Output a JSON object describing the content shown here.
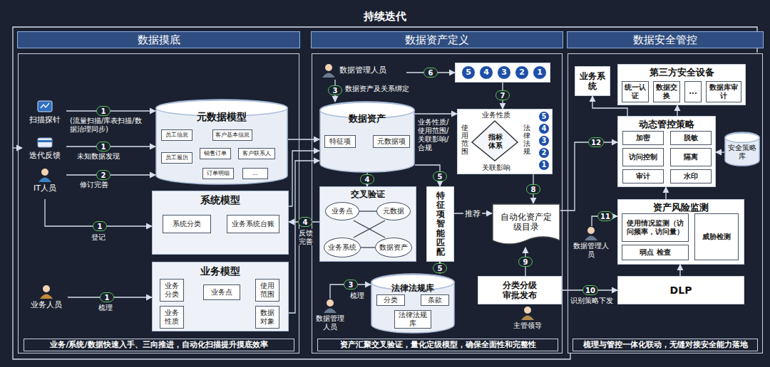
{
  "diagram": {
    "nodes": [
      {
        "text": [
          "数据摸底"
        ]
      },
      {
        "text": [
          "数据资产定义"
        ]
      },
      {
        "text": [
          "数据安全管控"
        ]
      },
      {
        "text": [
          "扫描探针"
        ],
        "in": 0
      },
      {
        "text": [
          "迭代反馈"
        ],
        "in": 0
      },
      {
        "text": [
          "IT人员"
        ],
        "in": 0
      },
      {
        "text": [
          "元数据模型"
        ],
        "in": 0
      },
      {
        "text": [
          "员工信息"
        ],
        "in": 6
      },
      {
        "text": [
          "客户基本信息"
        ],
        "in": 6
      },
      {
        "text": [
          "员工履历"
        ],
        "in": 6
      },
      {
        "text": [
          "销售订单"
        ],
        "in": 6
      },
      {
        "text": [
          "客户联系人"
        ],
        "in": 6
      },
      {
        "text": [
          "订单明细"
        ],
        "in": 6
      },
      {
        "text": [
          "..."
        ],
        "in": 6
      },
      {
        "text": [
          "系统模型"
        ],
        "in": 0
      },
      {
        "text": [
          "系统分类"
        ],
        "in": 14
      },
      {
        "text": [
          "业务系统台账"
        ],
        "in": 14
      },
      {
        "text": [
          "业务模型"
        ],
        "in": 0
      },
      {
        "text": [
          "业务分类"
        ],
        "in": 17
      },
      {
        "text": [
          "业务点"
        ],
        "in": 17
      },
      {
        "text": [
          "使用范围"
        ],
        "in": 17
      },
      {
        "text": [
          "业务性质"
        ],
        "in": 17
      },
      {
        "text": [
          "数据对象"
        ],
        "in": 17
      },
      {
        "text": [
          "业务人员"
        ],
        "in": 0
      },
      {
        "text": [
          "业务/系统/数据快速入手、三向推进，自动化扫描提升摸底效率"
        ],
        "in": 0
      },
      {
        "text": [
          "数据管理人员"
        ],
        "in": 1
      },
      {
        "text": [
          "5",
          "4",
          "3",
          "2",
          "1"
        ],
        "in": 1
      },
      {
        "text": [
          "数据资产"
        ],
        "in": 1
      },
      {
        "text": [
          "特征项"
        ],
        "in": 27
      },
      {
        "text": [
          "元数据项"
        ],
        "in": 27
      },
      {
        "text": [
          "业务性质",
          "使用范围",
          "指标体系",
          "法律法规",
          "关联影响",
          "5",
          "4",
          "3",
          "2",
          "1"
        ],
        "in": 1
      },
      {
        "text": [
          "交叉验证"
        ],
        "in": 1
      },
      {
        "text": [
          "业务点"
        ],
        "in": 31
      },
      {
        "text": [
          "元数据"
        ],
        "in": 31
      },
      {
        "text": [
          "业务系统"
        ],
        "in": 31
      },
      {
        "text": [
          "数据资产"
        ],
        "in": 31
      },
      {
        "text": [
          "特征项智能匹配"
        ],
        "in": 1
      },
      {
        "text": [
          "法律法规库"
        ],
        "in": 1
      },
      {
        "text": [
          "分类"
        ],
        "in": 37
      },
      {
        "text": [
          "条款"
        ],
        "in": 37
      },
      {
        "text": [
          "法律法规库"
        ],
        "in": 37
      },
      {
        "text": [
          "数据管理人员"
        ],
        "in": 1
      },
      {
        "text": [
          "自动化资产定级目录"
        ],
        "in": 1
      },
      {
        "text": [
          "分类分级审批发布"
        ],
        "in": 1
      },
      {
        "text": [
          "主管领导"
        ],
        "in": 1
      },
      {
        "text": [
          "资产汇聚交叉验证，量化定级模型，确保全面性和完整性"
        ],
        "in": 1
      },
      {
        "text": [
          "业务系统"
        ],
        "in": 2
      },
      {
        "text": [
          "第三方安全设备"
        ],
        "in": 2
      },
      {
        "text": [
          "统一认证"
        ],
        "in": 47
      },
      {
        "text": [
          "数据交换"
        ],
        "in": 47
      },
      {
        "text": [
          "..."
        ],
        "in": 47
      },
      {
        "text": [
          "数据库审计"
        ],
        "in": 47
      },
      {
        "text": [
          "动态管控策略"
        ],
        "in": 2
      },
      {
        "text": [
          "加密"
        ],
        "in": 52
      },
      {
        "text": [
          "脱敏"
        ],
        "in": 52
      },
      {
        "text": [
          "访问控制"
        ],
        "in": 52
      },
      {
        "text": [
          "隔离"
        ],
        "in": 52
      },
      {
        "text": [
          "审计"
        ],
        "in": 52
      },
      {
        "text": [
          "水印"
        ],
        "in": 52
      },
      {
        "text": [
          "安全策略库"
        ],
        "in": 2
      },
      {
        "text": [
          "资产风险监测"
        ],
        "in": 2
      },
      {
        "text": [
          "使用情况监测（访问频率，访问量）"
        ],
        "in": 60
      },
      {
        "text": [
          "弱点 检查"
        ],
        "in": 60
      },
      {
        "text": [
          "威胁检测"
        ],
        "in": 60
      },
      {
        "text": [
          "数据管理人员"
        ],
        "in": 2
      },
      {
        "text": [
          "DLP"
        ],
        "in": 2
      },
      {
        "text": [
          "梳理与管控一体化联动，无缝对接安全能力落地"
        ],
        "in": 2
      }
    ],
    "edges": [
      {
        "from": 3,
        "to": 6,
        "label": "1",
        "arrow": "to"
      },
      {
        "from": 4,
        "to": 6,
        "label": "1",
        "arrow": "to"
      },
      {
        "from": 5,
        "to": 6,
        "label": "2",
        "arrow": "to"
      },
      {
        "from": 5,
        "to": 14,
        "label": "1",
        "arrow": "to"
      },
      {
        "from": 23,
        "to": 17,
        "label": "1",
        "arrow": "to"
      },
      {
        "from": 6,
        "to": 27,
        "arrow": "to"
      },
      {
        "from": 14,
        "to": 27,
        "arrow": "to"
      },
      {
        "from": 17,
        "to": 27,
        "arrow": "to"
      },
      {
        "from": 31,
        "to": 14,
        "label": "4",
        "arrow": "to"
      },
      {
        "from": 25,
        "to": 27,
        "label": "3",
        "arrow": "to"
      },
      {
        "from": 25,
        "to": 26,
        "label": "6",
        "arrow": "to"
      },
      {
        "from": 26,
        "to": 30,
        "label": "7",
        "arrow": "to"
      },
      {
        "from": 27,
        "to": 30,
        "arrow": "to"
      },
      {
        "from": 27,
        "to": 36,
        "label": "5",
        "arrow": "to"
      },
      {
        "from": 27,
        "to": 31,
        "label": "4",
        "arrow": "to"
      },
      {
        "from": 37,
        "to": 36,
        "label": "5",
        "arrow": "to"
      },
      {
        "from": 41,
        "to": 37,
        "label": "3",
        "arrow": "to"
      },
      {
        "from": 30,
        "to": 42,
        "label": "8",
        "arrow": "to"
      },
      {
        "from": 36,
        "to": 42,
        "label": "推荐",
        "arrow": "to"
      },
      {
        "from": 43,
        "to": 42,
        "label": "9",
        "arrow": "to"
      },
      {
        "from": 43,
        "to": 65,
        "label": "10",
        "arrow": "to"
      },
      {
        "from": 42,
        "to": 52,
        "label": "12",
        "arrow": "to"
      },
      {
        "from": 64,
        "to": 60,
        "label": "11",
        "arrow": "to"
      },
      {
        "from": 59,
        "to": 52,
        "arrow": "to"
      },
      {
        "from": 60,
        "to": 52,
        "arrow": "to"
      },
      {
        "from": 65,
        "to": 60,
        "arrow": "to"
      },
      {
        "from": 52,
        "to": 46,
        "arrow": "to"
      },
      {
        "from": 52,
        "to": 47,
        "arrow": "to"
      },
      {
        "from": 32,
        "to": 33,
        "arrow": "none"
      },
      {
        "from": 32,
        "to": 35,
        "arrow": "none"
      },
      {
        "from": 34,
        "to": 33,
        "arrow": "none"
      },
      {
        "from": 34,
        "to": 35,
        "arrow": "none"
      }
    ],
    "labels": [
      "持续迭代",
      "(流量扫描/库表扫描/数据治理同步)",
      "未知数据发现",
      "修订完善",
      "登记",
      "梳理",
      "反馈完善",
      "数据资产及关系绑定",
      "业务性质/使用范围/关联影响/合规",
      "梳理",
      "识别策略下发"
    ]
  }
}
